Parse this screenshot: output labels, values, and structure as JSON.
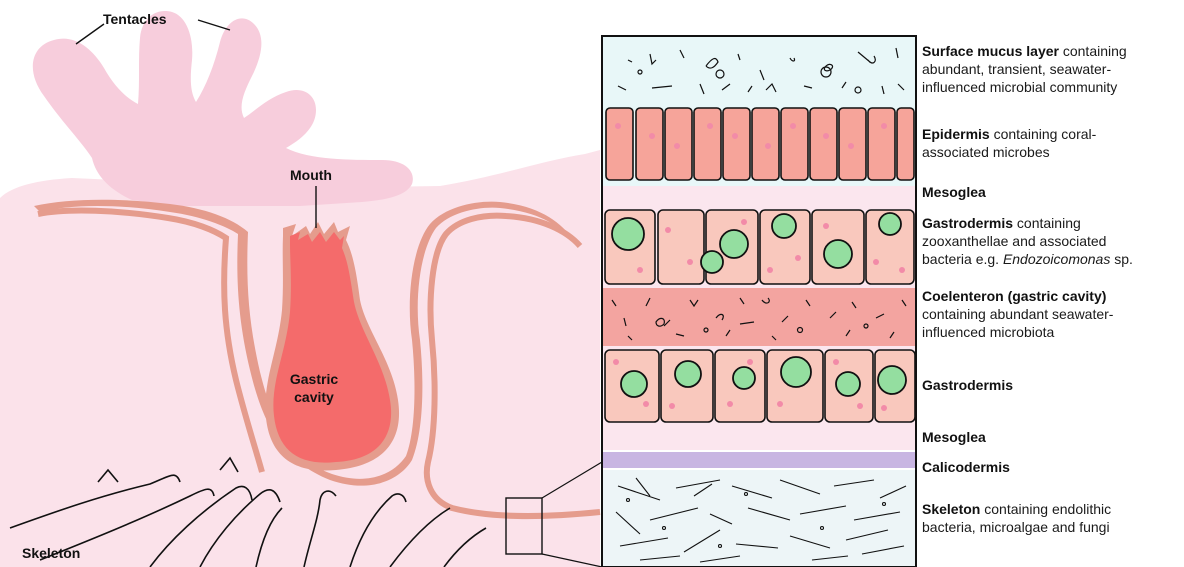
{
  "colors": {
    "tissue": "#fbe2ea",
    "tentacle_body": "#f7cddc",
    "outer_layer": "#e59c8d",
    "gastric_cavity": "#f46b6b",
    "mucus_layer": "#e8f7f8",
    "epidermis": "#f6a49a",
    "gastrodermis_cell": "#f9c8bd",
    "zooxanthellae": "#94dea0",
    "coelenteron": "#f3a4a0",
    "mesoglea": "#fbe6ee",
    "calicodermis": "#c8b5e2",
    "skeleton_fill": "#edf5f7",
    "outline": "#111111"
  },
  "diagram_labels": {
    "tentacles": "Tentacles",
    "mouth": "Mouth",
    "gastric_cavity_line1": "Gastric",
    "gastric_cavity_line2": "cavity",
    "skeleton": "Skeleton"
  },
  "layers": {
    "mucus": {
      "title": "Surface mucus layer",
      "desc_line1": " containing",
      "desc_line2": "abundant, transient, seawater-",
      "desc_line3": "influenced microbial community"
    },
    "epidermis": {
      "title": "Epidermis",
      "desc_line1": " containing coral-",
      "desc_line2": "associated microbes"
    },
    "mesoglea_1": {
      "title": "Mesoglea"
    },
    "gastrodermis_1": {
      "title": "Gastrodermis",
      "desc_line1": " containing",
      "desc_line2": "zooxanthellae and associated",
      "desc_line3a": "bacteria e.g. ",
      "desc_line3_italic": "Endozoicomonas",
      "desc_line3b": " sp."
    },
    "coelenteron": {
      "title": "Coelenteron (gastric cavity)",
      "desc_line1": "containing abundant seawater-",
      "desc_line2": "influenced microbiota"
    },
    "gastrodermis_2": {
      "title": "Gastrodermis"
    },
    "mesoglea_2": {
      "title": "Mesoglea"
    },
    "calicodermis": {
      "title": "Calicodermis"
    },
    "skeleton": {
      "title": "Skeleton",
      "desc_line1": " containing endolithic",
      "desc_line2": "bacteria, microalgae and fungi"
    }
  }
}
